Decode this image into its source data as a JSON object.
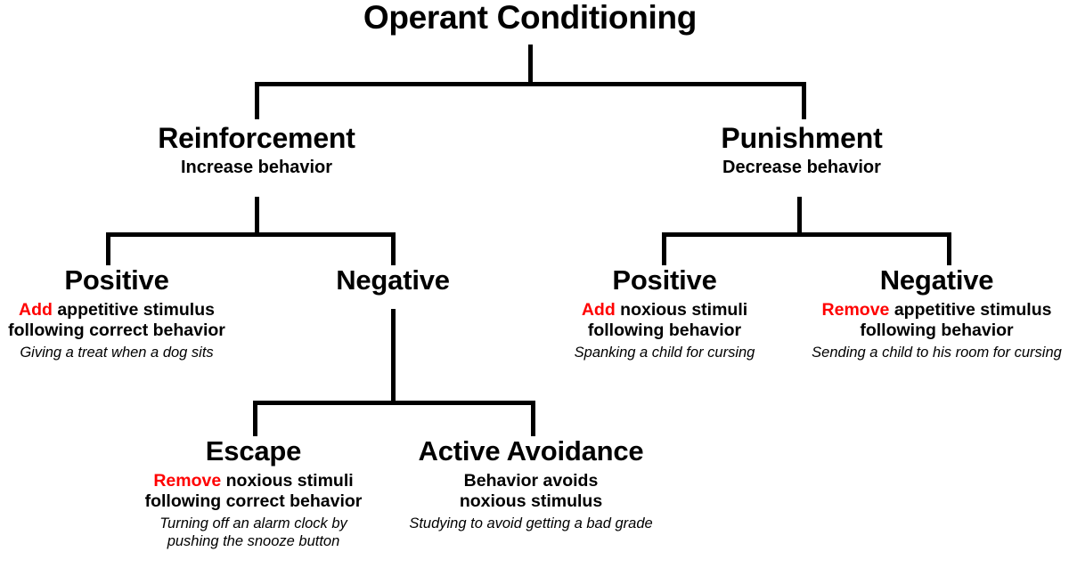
{
  "diagram": {
    "title": "Operant Conditioning",
    "accent_color": "#FF0000",
    "text_color": "#000000",
    "background_color": "#FFFFFF",
    "line_color": "#000000"
  },
  "root": {
    "title": "Operant Conditioning"
  },
  "branches": {
    "reinforcement": {
      "title": "Reinforcement",
      "subtitle": "Increase behavior",
      "children": {
        "positive": {
          "title": "Positive",
          "desc_highlight": "Add",
          "desc_rest": " appetitive stimulus",
          "desc_line2": "following correct behavior",
          "example_line1": "Giving a treat when a dog sits",
          "example_line2": ""
        },
        "negative": {
          "title": "Negative",
          "desc_highlight": "",
          "desc_rest": "",
          "desc_line2": "",
          "example_line1": "",
          "example_line2": "",
          "children": {
            "escape": {
              "title": "Escape",
              "desc_highlight": "Remove",
              "desc_rest": " noxious stimuli",
              "desc_line2": "following correct behavior",
              "example_line1": "Turning off an alarm clock by",
              "example_line2": "pushing the snooze button"
            },
            "active_avoidance": {
              "title": "Active Avoidance",
              "desc_highlight": "",
              "desc_rest": "Behavior avoids",
              "desc_line2": "noxious stimulus",
              "example_line1": "Studying to avoid getting a bad grade",
              "example_line2": ""
            }
          }
        }
      }
    },
    "punishment": {
      "title": "Punishment",
      "subtitle": "Decrease behavior",
      "children": {
        "positive": {
          "title": "Positive",
          "desc_highlight": "Add",
          "desc_rest": " noxious stimuli",
          "desc_line2": "following behavior",
          "example_line1": "Spanking a child for cursing",
          "example_line2": ""
        },
        "negative": {
          "title": "Negative",
          "desc_highlight": "Remove",
          "desc_rest": " appetitive stimulus",
          "desc_line2": "following behavior",
          "example_line1": "Sending a child to his room for cursing",
          "example_line2": ""
        }
      }
    }
  }
}
